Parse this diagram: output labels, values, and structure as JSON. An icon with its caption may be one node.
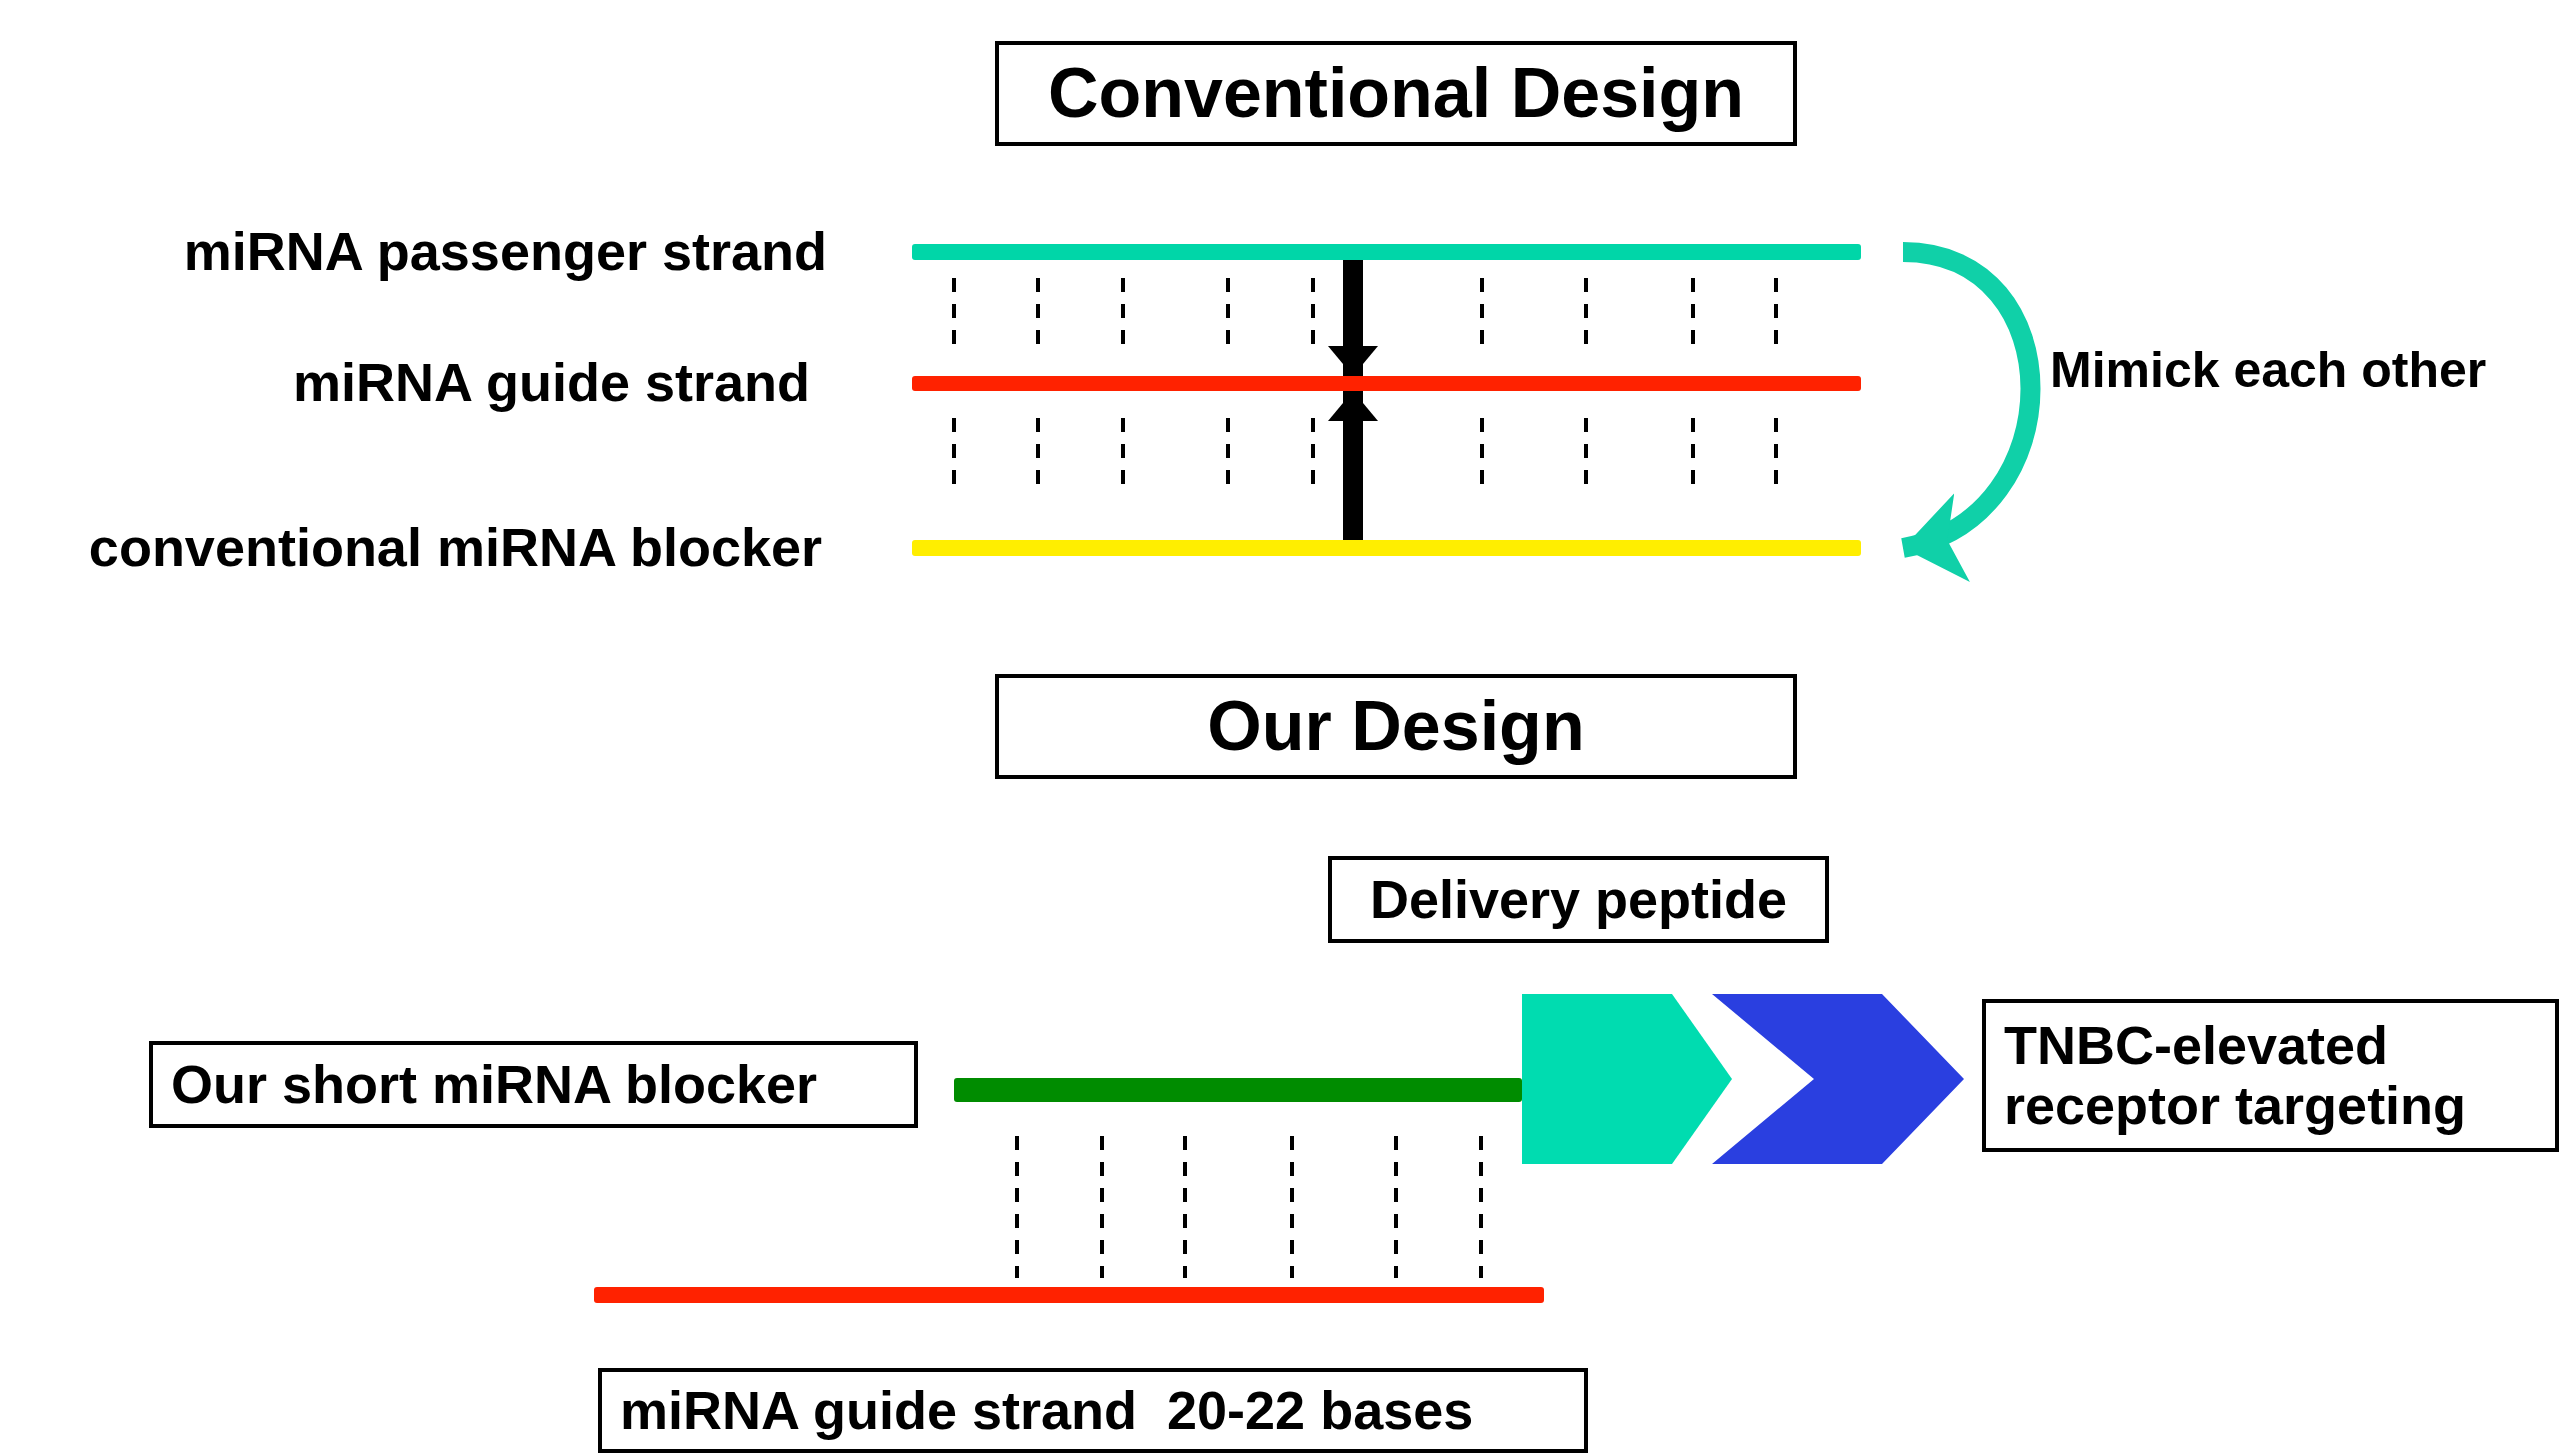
{
  "diagram": {
    "nodes": [
      {
        "text": [
          "Conventional Design"
        ]
      },
      {
        "text": [],
        "shape": "bar",
        "beside": [
          "miRNA passenger strand"
        ]
      },
      {
        "text": [],
        "shape": "bar",
        "beside": [
          "miRNA guide strand"
        ]
      },
      {
        "text": [],
        "shape": "bar",
        "beside": [
          "conventional miRNA blocker"
        ]
      },
      {
        "text": [
          "Our Design"
        ]
      },
      {
        "text": [
          "Delivery peptide"
        ]
      },
      {
        "text": [
          "Our short miRNA blocker"
        ]
      },
      {
        "text": [],
        "shape": "bar"
      },
      {
        "text": [],
        "shape": "pentagon"
      },
      {
        "text": [],
        "shape": "chevron"
      },
      {
        "text": [
          "TNBC-elevated receptor targeting"
        ]
      },
      {
        "text": [],
        "shape": "bar"
      },
      {
        "text": [
          "miRNA guide strand  20-22 bases"
        ]
      }
    ],
    "edges": [
      {
        "from": 1,
        "to": 3,
        "arrow": "to",
        "label": "Mimick each other",
        "color": "#10d0a8"
      },
      {
        "from": 1,
        "to": 2,
        "arrow": "to"
      },
      {
        "from": 3,
        "to": 2,
        "arrow": "to"
      }
    ]
  }
}
